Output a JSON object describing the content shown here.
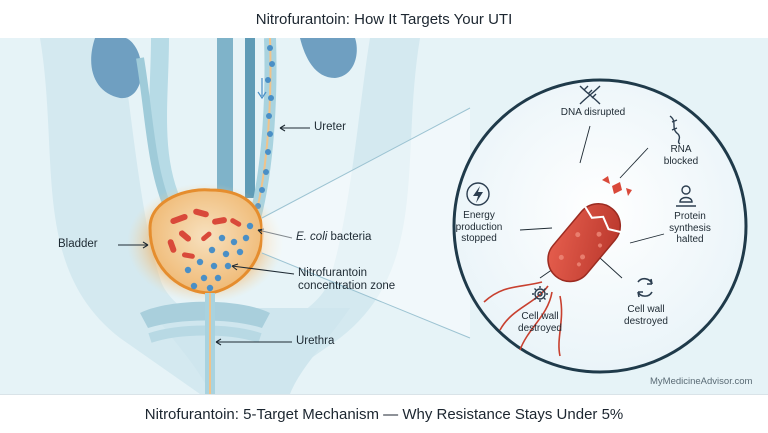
{
  "header": {
    "title": "Nitrofurantoin: How It Targets Your UTI"
  },
  "labels": {
    "ureter": "Ureter",
    "bladder": "Bladder",
    "bacteria_species": "E. coli",
    "bacteria_word": " bacteria",
    "concentration_line1": "Nitrofurantoin",
    "concentration_line2": "concentration zone",
    "urethra": "Urethra"
  },
  "targets": {
    "dna": [
      "DNA disrupted"
    ],
    "rna": [
      "RNA",
      "blocked"
    ],
    "protein": [
      "Protein",
      "synthesis",
      "halted"
    ],
    "cellwall_right": [
      "Cell wall",
      "destroyed"
    ],
    "cellwall_left": [
      "Cell wall",
      "destroyed"
    ],
    "energy": [
      "Energy",
      "production",
      "stopped"
    ]
  },
  "icons": {
    "dna": "dna-helix-icon",
    "rna": "rna-strand-icon",
    "protein": "ribosome-icon",
    "cellwall_right": "recycle-icon",
    "cellwall_left": "gear-icon",
    "energy": "lightning-icon"
  },
  "footer": {
    "caption": "Nitrofurantoin: 5-Target Mechanism — Why Resistance Stays Under 5%",
    "source": "MyMedicineAdvisor.com"
  },
  "colors": {
    "background": "#e6f3f7",
    "kidney": "#6f9fc1",
    "ureter": "#a9d3df",
    "bladder": "#f2a64b",
    "bacteria": "#d9493a",
    "drug_dots": "#4a8fc6"
  }
}
